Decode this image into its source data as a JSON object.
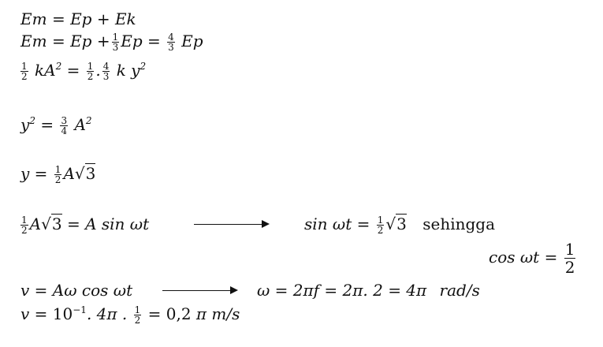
{
  "lines": {
    "l1": {
      "left": "Em",
      "eq": "=",
      "right": "Ep + Ek"
    },
    "l2": {
      "left": "Em",
      "eq1": "=",
      "a": "Ep +",
      "f1n": "1",
      "f1d": "3",
      "b": "Ep",
      "eq2": "=",
      "f2n": "4",
      "f2d": "3",
      "c": "Ep"
    },
    "l3": {
      "f1n": "1",
      "f1d": "2",
      "a": "kA",
      "exp": "2",
      "eq": "=",
      "f2n": "1",
      "f2d": "2",
      "dot": ".",
      "f3n": "4",
      "f3d": "3",
      "b": "k y",
      "exp2": "2"
    },
    "l4": {
      "a": "y",
      "exp": "2",
      "eq": "=",
      "fn": "3",
      "fd": "4",
      "b": "A",
      "exp2": "2"
    },
    "l5": {
      "a": "y",
      "eq": "=",
      "fn": "1",
      "fd": "2",
      "b": "A",
      "sqrt": "3"
    },
    "l6": {
      "fn": "1",
      "fd": "2",
      "a": "A",
      "sqrt": "3",
      "eq": "=",
      "b": "A sin ωt"
    },
    "l6r": {
      "a": "sin ωt",
      "eq": "=",
      "fn": "1",
      "fd": "2",
      "sqrt": "3",
      "word": "sehingga"
    },
    "l7": {
      "a": "cos ωt",
      "eq": "=",
      "fn": "1",
      "fd": "2"
    },
    "l8": {
      "a": "v",
      "eq": "=",
      "b": "Aω cos ωt"
    },
    "l8r": {
      "text": "ω = 2πf = 2π. 2 = 4π",
      "unit": "rad/s"
    },
    "l9": {
      "a": "v",
      "eq": "=",
      "b": "10",
      "exp": "−1",
      "c": ". 4π .",
      "fn": "1",
      "fd": "2",
      "d": "= 0,2",
      "e": "π m/s"
    }
  }
}
